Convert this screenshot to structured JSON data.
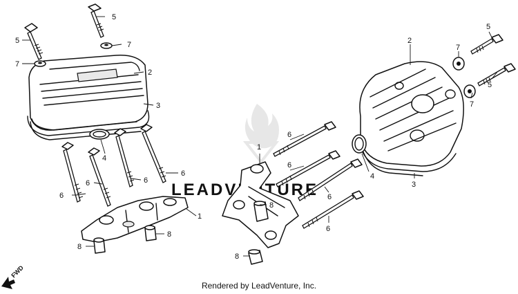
{
  "watermark": {
    "text": "LEADVENTURE"
  },
  "footer": {
    "credit": "Rendered by LeadVenture, Inc."
  },
  "fwd": {
    "label": "FWD"
  },
  "callouts": {
    "l_bolt_top_left": "5",
    "l_bolt_top_mid": "5",
    "l_washer_left": "7",
    "l_washer_right": "7",
    "l_cover": "2",
    "l_gasket": "3",
    "l_oring": "4",
    "l_stud_a": "6",
    "l_stud_b": "6",
    "l_stud_c": "6",
    "l_stud_d": "6",
    "l_holder": "1",
    "l_pin_a": "8",
    "l_pin_b": "8",
    "r_cover": "2",
    "r_bolt_top": "5",
    "r_bolt_mid": "5",
    "r_washer_top": "7",
    "r_washer_mid": "7",
    "r_oring": "4",
    "r_gasket": "3",
    "r_holder": "1",
    "r_pin_a": "8",
    "r_pin_b": "8",
    "r_stud_a": "6",
    "r_stud_b": "6",
    "r_stud_c": "6",
    "r_stud_d": "6"
  }
}
